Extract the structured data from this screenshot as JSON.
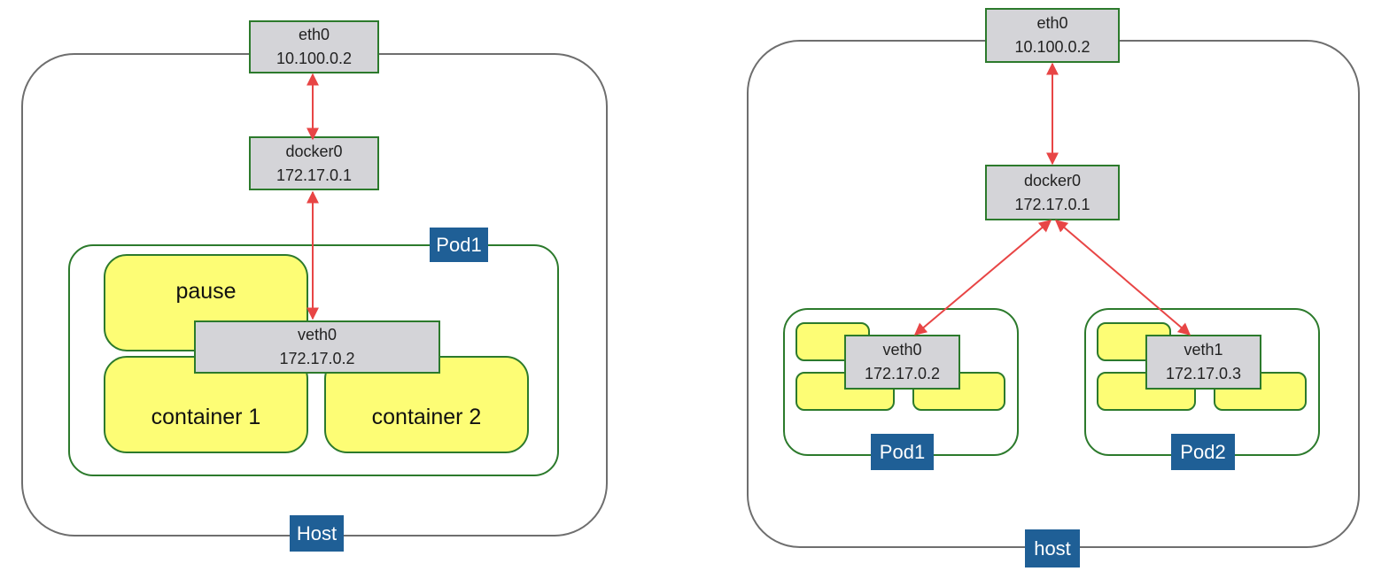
{
  "left": {
    "host_label": "Host",
    "pod_label": "Pod1",
    "eth0": {
      "name": "eth0",
      "ip": "10.100.0.2"
    },
    "docker0": {
      "name": "docker0",
      "ip": "172.17.0.1"
    },
    "veth0": {
      "name": "veth0",
      "ip": "172.17.0.2"
    },
    "pause_label": "pause",
    "container1_label": "container 1",
    "container2_label": "container 2"
  },
  "right": {
    "host_label": "host",
    "eth0": {
      "name": "eth0",
      "ip": "10.100.0.2"
    },
    "docker0": {
      "name": "docker0",
      "ip": "172.17.0.1"
    },
    "pod1": {
      "label": "Pod1",
      "veth": {
        "name": "veth0",
        "ip": "172.17.0.2"
      }
    },
    "pod2": {
      "label": "Pod2",
      "veth": {
        "name": "veth1",
        "ip": "172.17.0.3"
      }
    }
  },
  "colors": {
    "arrow": "#e84545",
    "interface_fill": "#d4d4d8",
    "container_fill": "#fdfd75",
    "border_green": "#2c7a2c",
    "label_blue": "#1f5f96",
    "host_border": "#6e6e6e"
  }
}
